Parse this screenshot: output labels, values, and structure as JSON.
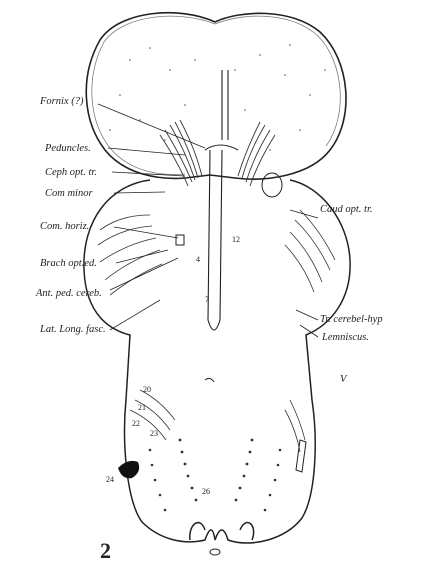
{
  "figure": {
    "number": "2",
    "labels": {
      "fornix": "Fornix (?)",
      "peduncles": "Peduncles.",
      "ceph_opt_tr": "Ceph opt. tr.",
      "com_minor": "Com minor",
      "com_horiz": "Com. horiz.",
      "brach_opt": "Brach opt.ed.",
      "ant_ped_cereb": "Ant. ped. cereb.",
      "lat_long_fasc": "Lat. Long. fasc.",
      "caud_opt_tr": "Caud opt. tr.",
      "tr_cerebel_hyp": "Tr. cerebel-hyp",
      "lemniscus": "Lemniscus.",
      "v": "V"
    },
    "numerals": {
      "n4": "4",
      "n7": "7",
      "n12": "12",
      "n20": "20",
      "n21": "21",
      "n22": "22",
      "n23": "23",
      "n24": "24",
      "n26": "26"
    }
  }
}
